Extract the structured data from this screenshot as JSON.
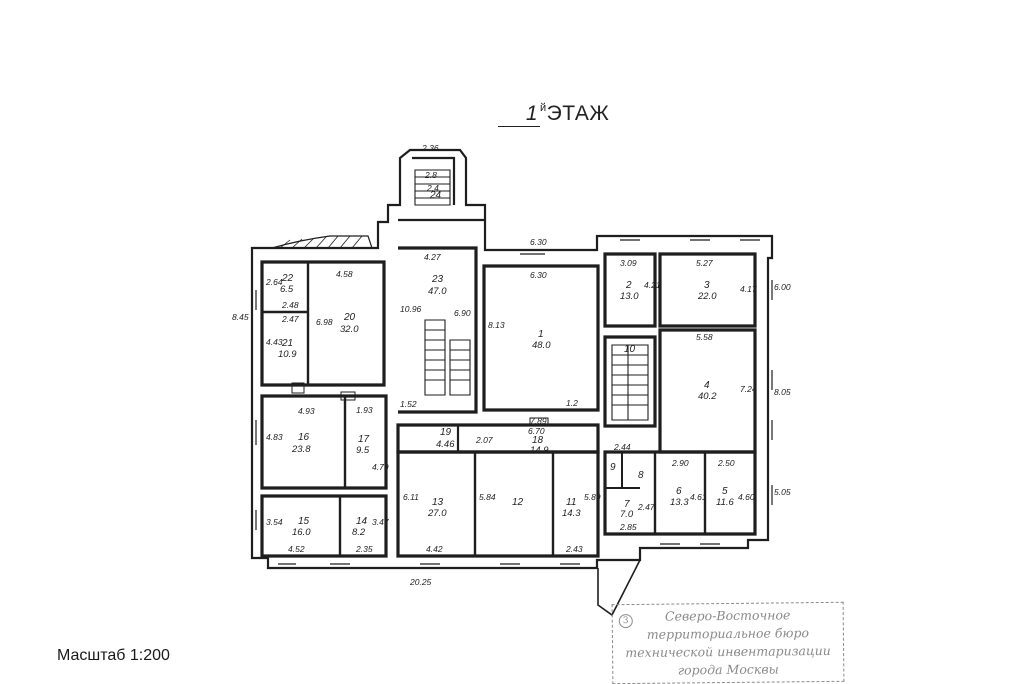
{
  "title": {
    "floor_number": "1",
    "suffix": "й",
    "label": "ЭТАЖ"
  },
  "scale_label": "Масштаб 1:200",
  "stamp": {
    "number": "3",
    "lines": [
      "Северо-Восточное",
      "территориальное бюро",
      "технической инвентаризации",
      "города Москвы"
    ]
  },
  "rooms": [
    {
      "number": "1",
      "area": "48.0"
    },
    {
      "number": "2",
      "area": "13.0"
    },
    {
      "number": "3",
      "area": "22.0"
    },
    {
      "number": "4",
      "area": "40.2"
    },
    {
      "number": "5",
      "area": "11.6"
    },
    {
      "number": "6",
      "area": "13.3"
    },
    {
      "number": "7",
      "area": "7.0"
    },
    {
      "number": "8",
      "area": ""
    },
    {
      "number": "9",
      "area": ""
    },
    {
      "number": "10",
      "area": ""
    },
    {
      "number": "11",
      "area": "14.3"
    },
    {
      "number": "12",
      "area": ""
    },
    {
      "number": "13",
      "area": "27.0"
    },
    {
      "number": "14",
      "area": "8.2"
    },
    {
      "number": "15",
      "area": "16.0"
    },
    {
      "number": "16",
      "area": "23.8"
    },
    {
      "number": "17",
      "area": "9.5"
    },
    {
      "number": "18",
      "area": "14.9"
    },
    {
      "number": "19",
      "area": "4.46"
    },
    {
      "number": "20",
      "area": "32.0"
    },
    {
      "number": "21",
      "area": "10.9"
    },
    {
      "number": "22",
      "area": "6.5"
    },
    {
      "number": "23",
      "area": "47.0"
    },
    {
      "number": "24",
      "area": ""
    }
  ],
  "dimensions": [
    "2.36",
    "2.8",
    "2.4",
    "6.30",
    "6.30",
    "4.27",
    "10.96",
    "6.90",
    "8.13",
    "3.09",
    "4.21",
    "5.27",
    "4.17",
    "6.00",
    "5.58",
    "7.24",
    "8.05",
    "4.58",
    "6.98",
    "2.64",
    "2.48",
    "2.47",
    "4.43",
    "8.45",
    "4.93",
    "1.93",
    "4.83",
    "4.79",
    "1.52",
    "7.89",
    "6.70",
    "2.07",
    "2.44",
    "2.90",
    "2.50",
    "4.61",
    "4.60",
    "5.05",
    "6.11",
    "5.84",
    "5.89",
    "3.54",
    "3.47",
    "4.52",
    "2.35",
    "4.42",
    "2.43",
    "2.85",
    "2.47",
    "20.25",
    "1.2"
  ]
}
